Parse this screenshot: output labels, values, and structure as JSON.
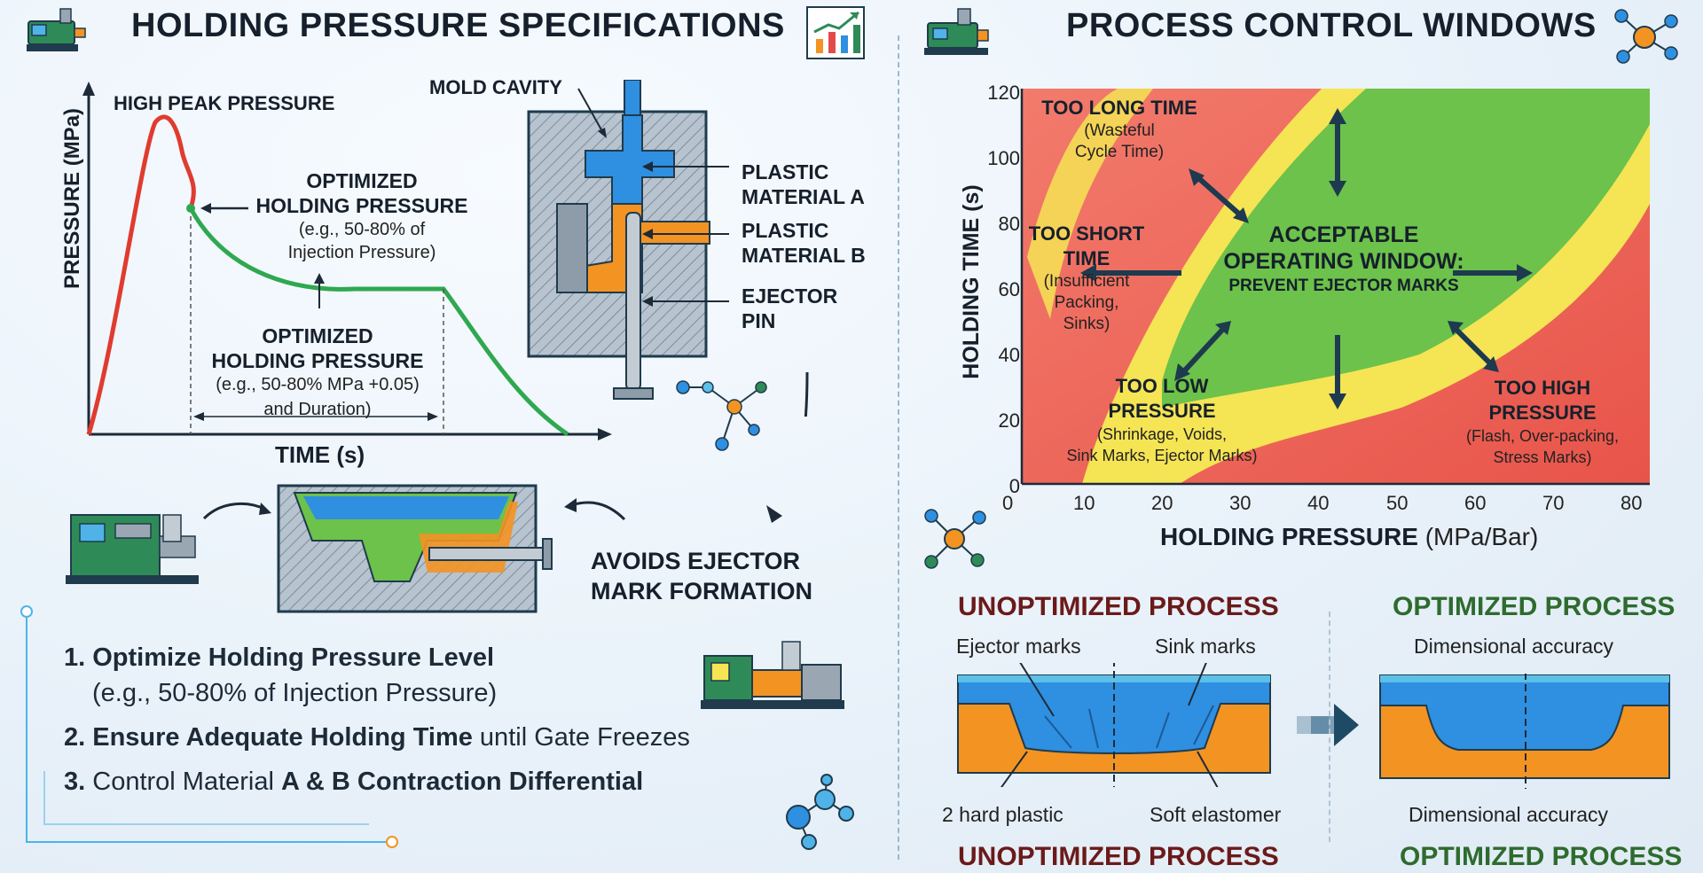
{
  "left": {
    "title": "HOLDING PRESSURE SPECIFICATIONS",
    "graph": {
      "y_axis": "PRESSURE (MPa)",
      "x_axis": "TIME (s)",
      "peak_label": "HIGH PEAK PRESSURE",
      "note1": {
        "line1": "OPTIMIZED",
        "line2": "HOLDING PRESSURE",
        "line3": "(e.g., 50-80% of",
        "line4": "Injection Pressure)"
      },
      "note2": {
        "line1": "OPTIMIZED",
        "line2": "HOLDING PRESSURE",
        "line3": "(e.g., 50-80% MPa +0.05)",
        "line4": "and Duration)"
      }
    },
    "mold": {
      "cavity": "MOLD CAVITY",
      "material_a": {
        "line1": "PLASTIC",
        "line2": "MATERIAL A"
      },
      "material_b": {
        "line1": "PLASTIC",
        "line2": "MATERIAL B"
      },
      "ejector": {
        "line1": "EJECTOR",
        "line2": "PIN"
      }
    },
    "avoids": {
      "line1": "AVOIDS EJECTOR",
      "line2": "MARK FORMATION"
    },
    "steps": [
      {
        "n": "1.",
        "bold": "Optimize Holding Pressure Level",
        "sub": "(e.g., 50-80% of Injection Pressure)"
      },
      {
        "n": "2.",
        "bold": "Ensure Adequate Holding Time",
        "rest": " until Gate Freezes"
      },
      {
        "n": "3.",
        "pre": " Control Material ",
        "bold": "A & B Contraction Differential"
      }
    ]
  },
  "right": {
    "title": "PROCESS CONTROL WINDOWS",
    "chart": {
      "ylabel": "HOLDING TIME (s)",
      "xlabel_bold": "HOLDING PRESSURE",
      "xlabel_unit": " (MPa/Bar)",
      "x_ticks": [
        "0",
        "10",
        "20",
        "30",
        "40",
        "50",
        "60",
        "70",
        "80"
      ],
      "y_ticks": [
        "0",
        "20",
        "40",
        "60",
        "80",
        "100",
        "120"
      ],
      "zones": {
        "too_long": {
          "line1": "TOO LONG TIME",
          "line2": "(Wasteful",
          "line3": "Cycle Time)"
        },
        "too_short": {
          "line1": "TOO SHORT",
          "line2": "TIME",
          "line3": "(Insufficient",
          "line4": "Packing,",
          "line5": "Sinks)"
        },
        "acceptable": {
          "line1": "ACCEPTABLE",
          "line2": "OPERATING WINDOW:",
          "line3": "PREVENT EJECTOR MARKS"
        },
        "too_low": {
          "line1": "TOO LOW",
          "line2": "PRESSURE",
          "line3": "(Shrinkage, Voids,",
          "line4": "Sink Marks, Ejector Marks)"
        },
        "too_high": {
          "line1": "TOO HIGH",
          "line2": "PRESSURE",
          "line3": "(Flash, Over-packing,",
          "line4": "Stress Marks)"
        }
      }
    },
    "compare": {
      "unopt_title": "UNOPTIMIZED PROCESS",
      "opt_title": "OPTIMIZED PROCESS",
      "ejector_marks": "Ejector marks",
      "sink_marks": "Sink marks",
      "hard_plastic": "2 hard plastic",
      "soft_elastomer": "Soft elastomer",
      "dim_top": "Dimensional accuracy",
      "dim_bottom": "Dimensional accuracy",
      "unopt_bottom": "UNOPTIMIZED PROCESS",
      "opt_bottom": "OPTIMIZED PROCESS"
    },
    "colors": {
      "red": "#ef6b5e",
      "yellow": "#f5e454",
      "green": "#6cc24a",
      "blue": "#2f8fe0",
      "orange": "#f39322",
      "title_red": "#8b1a1a",
      "title_green": "#2e7d32"
    }
  }
}
